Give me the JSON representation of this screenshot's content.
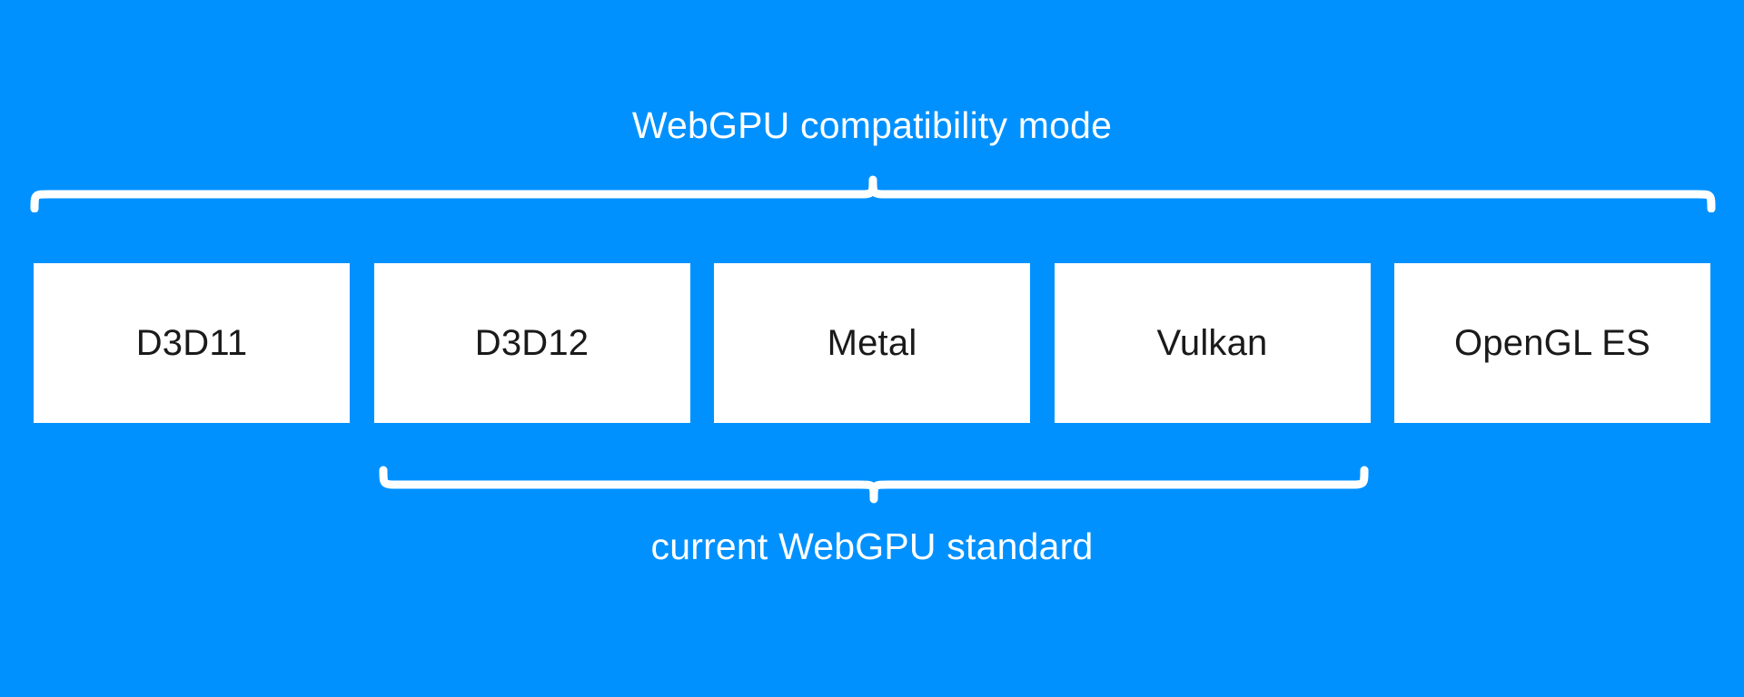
{
  "diagram": {
    "background_color": "#0091ff",
    "box_color": "#ffffff",
    "text_color_on_blue": "#ffffff",
    "text_color_on_box": "#1a1a1a",
    "top_bracket": {
      "label": "WebGPU compatibility mode",
      "spans": [
        "D3D11",
        "D3D12",
        "Metal",
        "Vulkan",
        "OpenGL ES"
      ],
      "direction": "up"
    },
    "bottom_bracket": {
      "label": "current WebGPU standard",
      "spans": [
        "D3D12",
        "Metal",
        "Vulkan"
      ],
      "direction": "down"
    },
    "boxes": [
      {
        "label": "D3D11"
      },
      {
        "label": "D3D12"
      },
      {
        "label": "Metal"
      },
      {
        "label": "Vulkan"
      },
      {
        "label": "OpenGL ES"
      }
    ]
  }
}
